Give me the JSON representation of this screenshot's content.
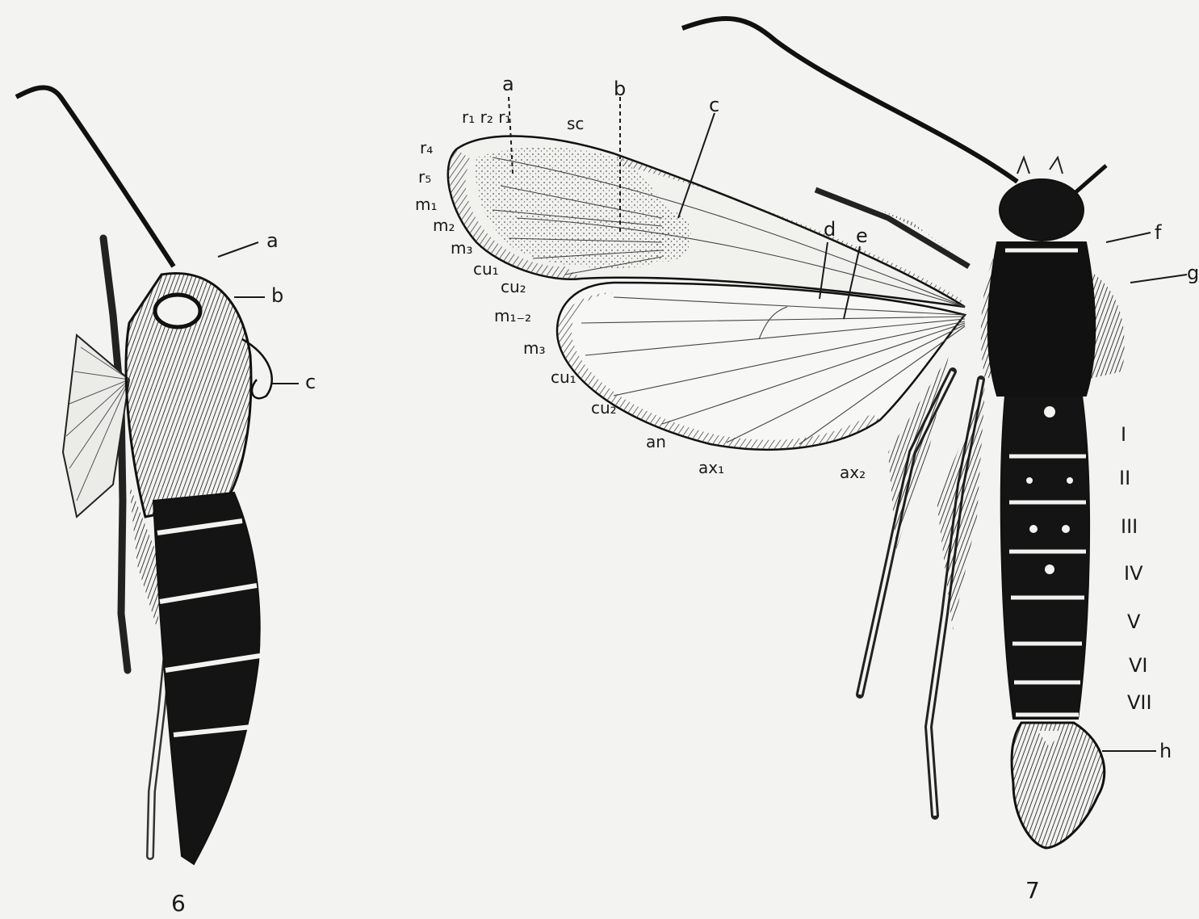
{
  "figures": [
    {
      "number": "6",
      "labels": {
        "a": "a",
        "b": "b",
        "c": "c"
      }
    },
    {
      "number": "7",
      "wing_labels": {
        "a": "a",
        "b": "b",
        "c": "c",
        "d": "d",
        "e": "e",
        "r123": "r₁ r₂ r₁",
        "sc": "sc",
        "r4": "r₄",
        "r5": "r₅",
        "m1": "m₁",
        "m2": "m₂",
        "m3": "m₃",
        "cu1": "cu₁",
        "cu2": "cu₂",
        "m12": "m₁₋₂",
        "m3b": "m₃",
        "cu1b": "cu₁",
        "cu2b": "cu₂",
        "an": "an",
        "ax1": "ax₁",
        "ax2": "ax₂"
      },
      "body_labels": {
        "f": "f",
        "g": "g",
        "h": "h"
      },
      "segments": [
        "I",
        "II",
        "III",
        "IV",
        "V",
        "VI",
        "VII"
      ]
    }
  ]
}
